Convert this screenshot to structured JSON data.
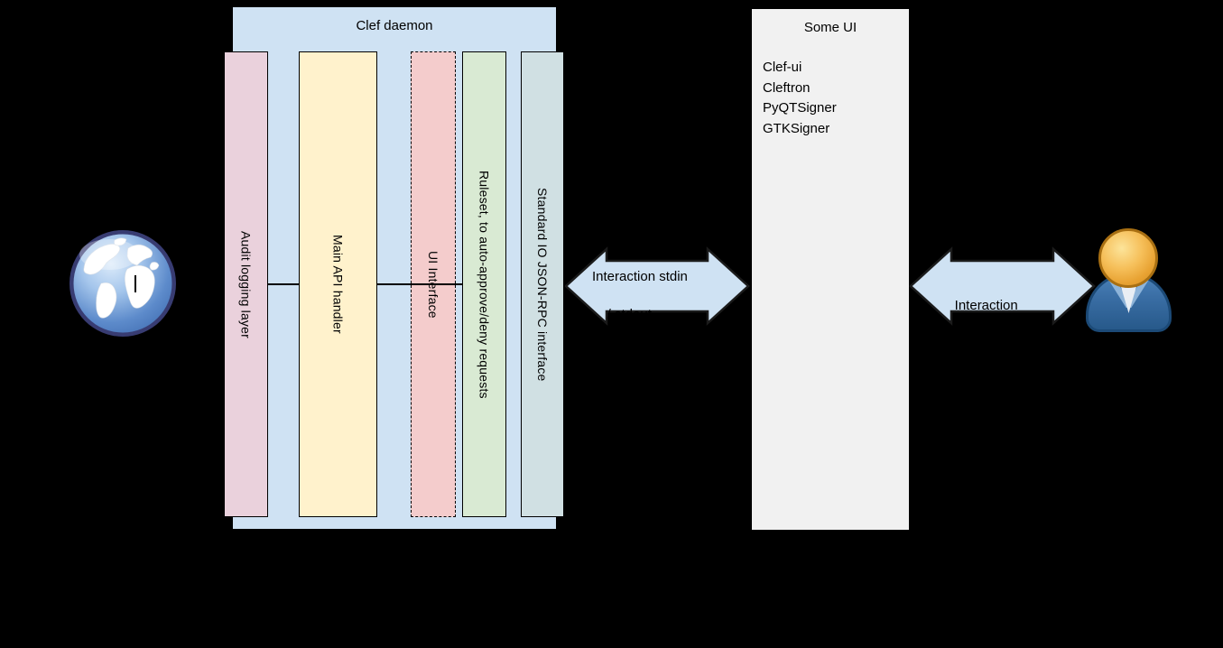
{
  "colors": {
    "daemon_box": "#cfe2f3",
    "layer_audit": "#ead1dc",
    "layer_api": "#fff2cc",
    "layer_ui": "#f4cccc",
    "layer_ruleset": "#d9ead3",
    "layer_stdio": "#d0e0e3",
    "someui_box": "#f1f1f1",
    "arrow_fill": "#cfe2f3",
    "arrow_stroke": "#1b1b1b",
    "background": "#000000"
  },
  "daemon": {
    "title": "Clef daemon",
    "layers": [
      {
        "label": "Audit logging layer"
      },
      {
        "label": "Main API handler"
      },
      {
        "label": "UI Interface"
      },
      {
        "label": "Ruleset, to auto-approve/deny requests"
      },
      {
        "label": "Standard IO JSON-RPC interface"
      }
    ]
  },
  "arrows": {
    "stdio": {
      "line1": "Interaction stdin",
      "line2": "/ stdout"
    },
    "user": {
      "label": "Interaction"
    }
  },
  "some_ui": {
    "title": "Some UI",
    "items": [
      "Clef-ui",
      "Cleftron",
      "PyQTSigner",
      "GTKSigner"
    ]
  },
  "icons": {
    "left": "globe-icon",
    "right": "user-icon"
  }
}
